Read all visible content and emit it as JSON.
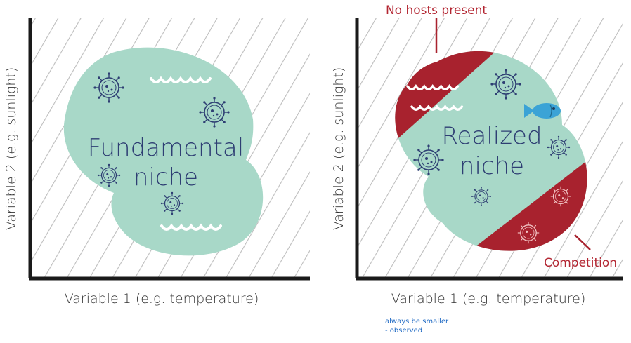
{
  "colors": {
    "niche_fill": "#a8d8c8",
    "excluded_fill": "#a8222e",
    "text_blue": "#2e3e73",
    "red_text": "#b32632",
    "axis": "#1a1a1a",
    "hatch": "#bdbdbd",
    "fish": "#3ba3d6",
    "note": "#1a66c2"
  },
  "left_panel": {
    "niche_line1": "Fundamental",
    "niche_line2": "niche",
    "x_axis_label": "Variable 1 (e.g. temperature)",
    "y_axis_label": "Variable 2 (e.g. sunlight)"
  },
  "right_panel": {
    "niche_line1": "Realized",
    "niche_line2": "niche",
    "x_axis_label": "Variable 1 (e.g. temperature)",
    "y_axis_label": "Variable 2 (e.g. sunlight)",
    "callout_top": "No hosts present",
    "callout_bottom": "Competition"
  },
  "icons": {
    "microbe": "virus-icon",
    "water": "water-waves-icon",
    "fish": "fish-icon"
  },
  "notes": {
    "line1": "always be smaller",
    "line2": "- observed"
  }
}
